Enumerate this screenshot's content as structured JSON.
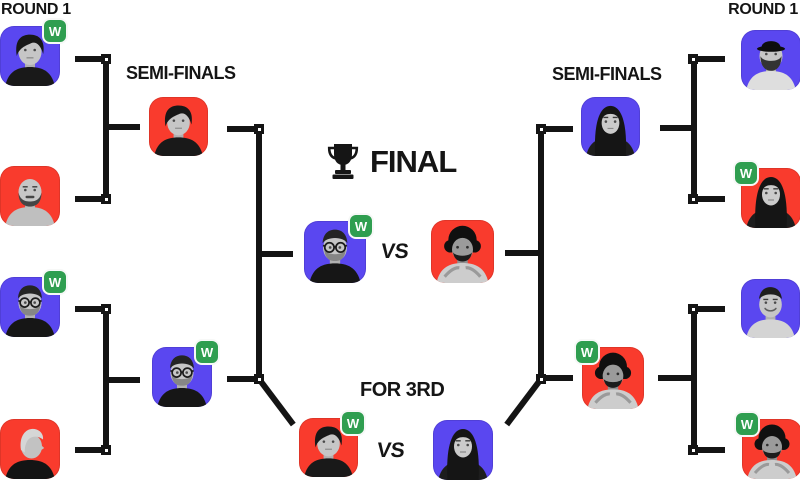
{
  "labels": {
    "round1_left": "ROUND 1",
    "round1_right": "ROUND 1",
    "semifinals_left": "SEMI-FINALS",
    "semifinals_right": "SEMI-FINALS",
    "final": "FINAL",
    "for_third": "FOR 3RD",
    "vs_final": "VS",
    "vs_third": "VS"
  },
  "icons": {
    "final_header_icon": "trophy-icon"
  },
  "badge": {
    "label": "W"
  },
  "colors": {
    "background": "#ffffff",
    "line": "#141414",
    "text": "#151515",
    "avatar_purple": "#5a47f0",
    "avatar_red": "#f93b2d",
    "winner_green": "#2f9e50",
    "badge_text": "#ffffff"
  },
  "bracket": {
    "avatars": [
      {
        "id": "l-r1-p1",
        "persona": "man-dark-hair",
        "bg": "purple",
        "winner": true,
        "badge_corner": "tr"
      },
      {
        "id": "l-r1-p2",
        "persona": "man-bald-beard",
        "bg": "red",
        "winner": false
      },
      {
        "id": "l-sf-p1",
        "persona": "man-dark-hair",
        "bg": "red",
        "winner": false
      },
      {
        "id": "l-r1-p3",
        "persona": "man-glasses",
        "bg": "purple",
        "winner": true,
        "badge_corner": "tr"
      },
      {
        "id": "l-r1-p4",
        "persona": "person-profile",
        "bg": "red",
        "winner": false
      },
      {
        "id": "l-sf-p2",
        "persona": "man-glasses",
        "bg": "purple",
        "winner": true,
        "badge_corner": "tr"
      },
      {
        "id": "final-left",
        "persona": "man-glasses",
        "bg": "purple",
        "winner": true,
        "badge_corner": "tr"
      },
      {
        "id": "final-right",
        "persona": "man-afro",
        "bg": "red",
        "winner": false
      },
      {
        "id": "third-left",
        "persona": "man-dark-hair",
        "bg": "red",
        "winner": true,
        "badge_corner": "tr"
      },
      {
        "id": "third-right",
        "persona": "woman-long-hair",
        "bg": "purple",
        "winner": false
      },
      {
        "id": "r-sf-p1",
        "persona": "woman-long-hair",
        "bg": "purple",
        "winner": false
      },
      {
        "id": "r-r1-p1",
        "persona": "man-hat-beard",
        "bg": "purple",
        "winner": false
      },
      {
        "id": "r-r1-p2",
        "persona": "woman-long-hair",
        "bg": "red",
        "winner": true,
        "badge_corner": "tl"
      },
      {
        "id": "r-sf-p2",
        "persona": "man-afro",
        "bg": "red",
        "winner": true,
        "badge_corner": "tl"
      },
      {
        "id": "r-r1-p3",
        "persona": "man-smiling",
        "bg": "purple",
        "winner": false
      },
      {
        "id": "r-r1-p4",
        "persona": "man-afro",
        "bg": "red",
        "winner": true,
        "badge_corner": "tl"
      }
    ]
  }
}
